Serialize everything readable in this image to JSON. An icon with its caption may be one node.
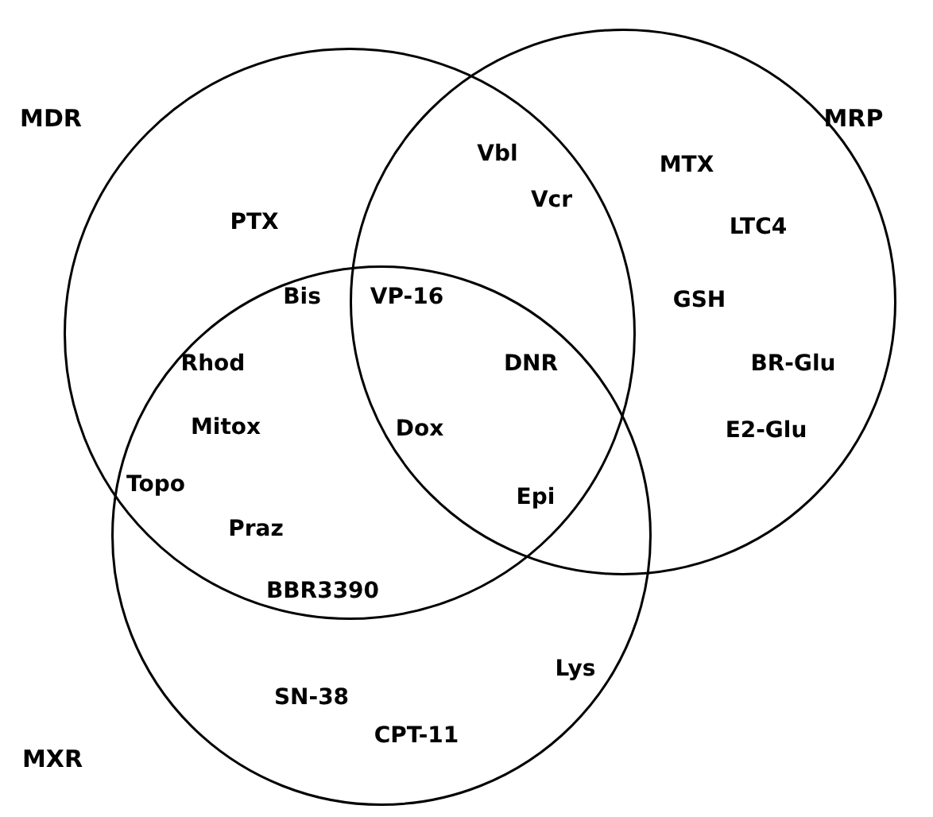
{
  "diagram": {
    "nodes": [
      {
        "text": [
          "MDR"
        ]
      },
      {
        "text": [
          "MRP"
        ]
      },
      {
        "text": [
          "MXR"
        ]
      }
    ],
    "labels": [
      "Vbl",
      "Vcr",
      "MTX",
      "PTX",
      "LTC4",
      "Bis",
      "VP-16",
      "GSH",
      "Rhod",
      "DNR",
      "BR-Glu",
      "Mitox",
      "Dox",
      "E2-Glu",
      "Topo",
      "Epi",
      "Praz",
      "BBR3390",
      "Lys",
      "SN-38",
      "CPT-11"
    ]
  }
}
